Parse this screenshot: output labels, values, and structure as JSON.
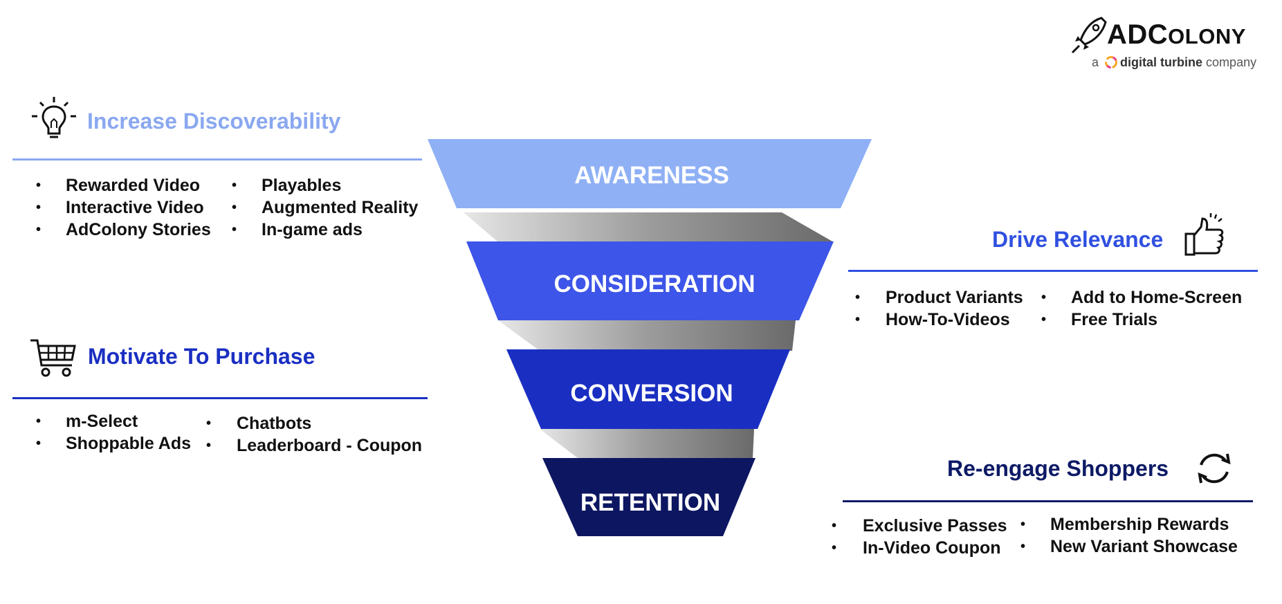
{
  "logo": {
    "word_ad": "AD",
    "word_c": "C",
    "word_olony": "OLONY",
    "sub_a": "a",
    "sub_brand": "digital turbine",
    "sub_company": "company"
  },
  "colors": {
    "awareness": "#8fb0f5",
    "consideration": "#3d55e8",
    "conversion": "#1a2fc2",
    "retention": "#0d1660",
    "discover_title": "#8aa8f0",
    "relevance_title": "#3050e0",
    "purchase_title": "#1a2fc2",
    "reengage_title": "#0d1a66"
  },
  "funnel": {
    "stages": [
      {
        "label": "AWARENESS"
      },
      {
        "label": "CONSIDERATION"
      },
      {
        "label": "CONVERSION"
      },
      {
        "label": "RETENTION"
      }
    ]
  },
  "discover": {
    "icon": "lightbulb-icon",
    "title": "Increase Discoverability",
    "col1": [
      "Rewarded Video",
      "Interactive Video",
      "AdColony Stories"
    ],
    "col2": [
      "Playables",
      "Augmented Reality",
      "In-game ads"
    ]
  },
  "relevance": {
    "icon": "thumbs-up-icon",
    "title": "Drive Relevance",
    "col1": [
      "Product Variants",
      "How-To-Videos"
    ],
    "col2": [
      "Add to Home-Screen",
      "Free Trials"
    ]
  },
  "purchase": {
    "icon": "shopping-cart-icon",
    "title": "Motivate To Purchase",
    "col1": [
      "m-Select",
      "Shoppable Ads"
    ],
    "col2": [
      "Chatbots",
      "Leaderboard - Coupon"
    ]
  },
  "reengage": {
    "icon": "refresh-icon",
    "title": "Re-engage Shoppers",
    "col1": [
      "Exclusive Passes",
      "In-Video Coupon"
    ],
    "col2": [
      "Membership Rewards",
      "New Variant Showcase"
    ]
  }
}
